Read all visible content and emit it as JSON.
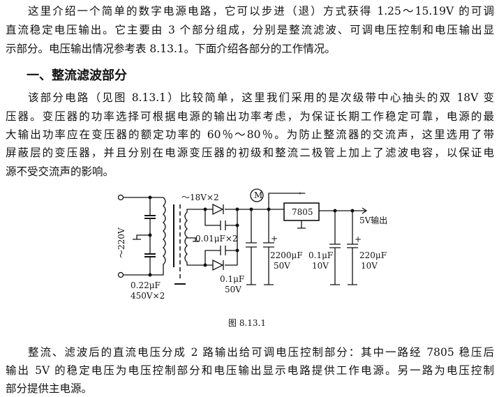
{
  "intro": {
    "lines": [
      "这里介绍一个简单的数字电源电路，它可以步进（退）方式获得 1.25～15.19V 的可调",
      "直流稳定电压输出。它主要由 3 个部分组成，分别是整流滤波、可调电压控制和电压输出显",
      "示部分。电压输出情况参考表 8.13.1。下面介绍各部分的工作情况。"
    ]
  },
  "section_heading": "一、整流滤波部分",
  "section_body": {
    "lines": [
      "该部分电路（见图 8.13.1）比较简单，这里我们采用的是次级带中心抽头的双 18V 变",
      "压器。变压器的功率选择可根据电源的输出功率考虑，为保证长期工作稳定可靠，电源的最",
      "大输出功率应在变压器的额定功率的 60％～80％。为防止整流器的交流声，这里选用了带",
      "屏蔽层的变压器，并且分别在电源变压器的初级和整流二极管上加上了滤波电容，以保证电",
      "源不受交流声的影响。"
    ]
  },
  "figure": {
    "caption": "图 8.13.1",
    "labels": {
      "input_voltage": "～220V",
      "secondary": "～18V×2",
      "primary_caps_value": "0.22μF",
      "primary_caps_rating": "450V×2",
      "diode_caps": "0.01μF×2",
      "cap1_value": "0.1μF",
      "cap1_rating": "50V",
      "cap2_value": "2200μF",
      "cap2_rating": "50V",
      "regulator": "7805",
      "cap3_value": "0.1μF",
      "cap3_rating": "10V",
      "cap4_value": "220μF",
      "cap4_rating": "10V",
      "output": "5V输出",
      "meter": "M",
      "arrow": "←",
      "plus": "+"
    }
  },
  "closing": {
    "lines": [
      "整流、滤波后的直流电压分成 2 路输出给可调电压控制部分：其中一路经 7805 稳压后",
      "输出 5V 的稳定电压为电压控制部分和电压输出显示电路提供工作电源。另一路为电压控制",
      "部分提供主电源。"
    ]
  }
}
